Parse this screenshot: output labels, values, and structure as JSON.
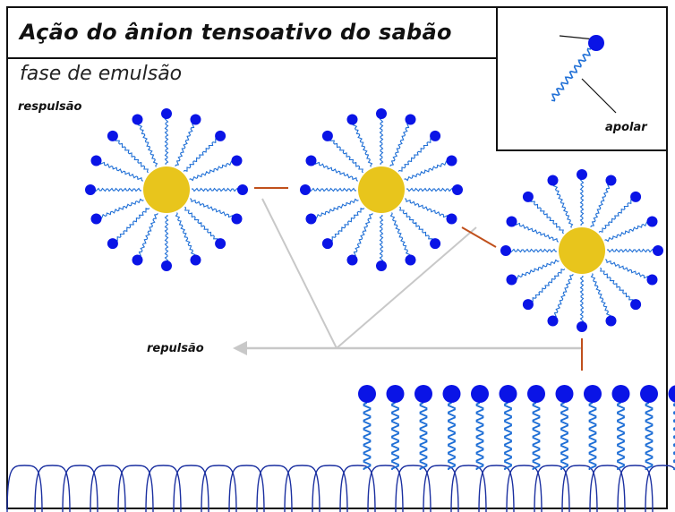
{
  "title": "Ação do ânion tensoativo do sabão",
  "subtitle": "fase de emulsão",
  "labels": {
    "top_left": "respulsão",
    "arrow": "repulsão",
    "legend_tail": "apolar"
  },
  "colors": {
    "head": "#0a14e6",
    "tail": "#1f6fd6",
    "oil_droplet": "#e8c51c",
    "link": "#c0501c",
    "arrow": "#c8c8c8",
    "cloth": "#1a2fa0",
    "frame": "#111111"
  },
  "structure": {
    "micelles": 3,
    "heads_per_micelle": 16,
    "surface_molecules": 12,
    "cloth_loops": 24
  }
}
